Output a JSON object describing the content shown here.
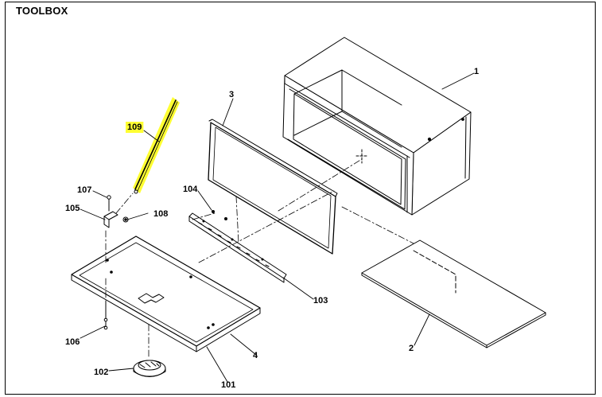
{
  "title": "TOOLBOX",
  "highlight_color": "#ffff33",
  "callouts": {
    "c1": "1",
    "c2": "2",
    "c3": "3",
    "c4": "4",
    "c101": "101",
    "c102": "102",
    "c103": "103",
    "c104": "104",
    "c105": "105",
    "c106": "106",
    "c107": "107",
    "c108": "108",
    "c109": "109"
  }
}
